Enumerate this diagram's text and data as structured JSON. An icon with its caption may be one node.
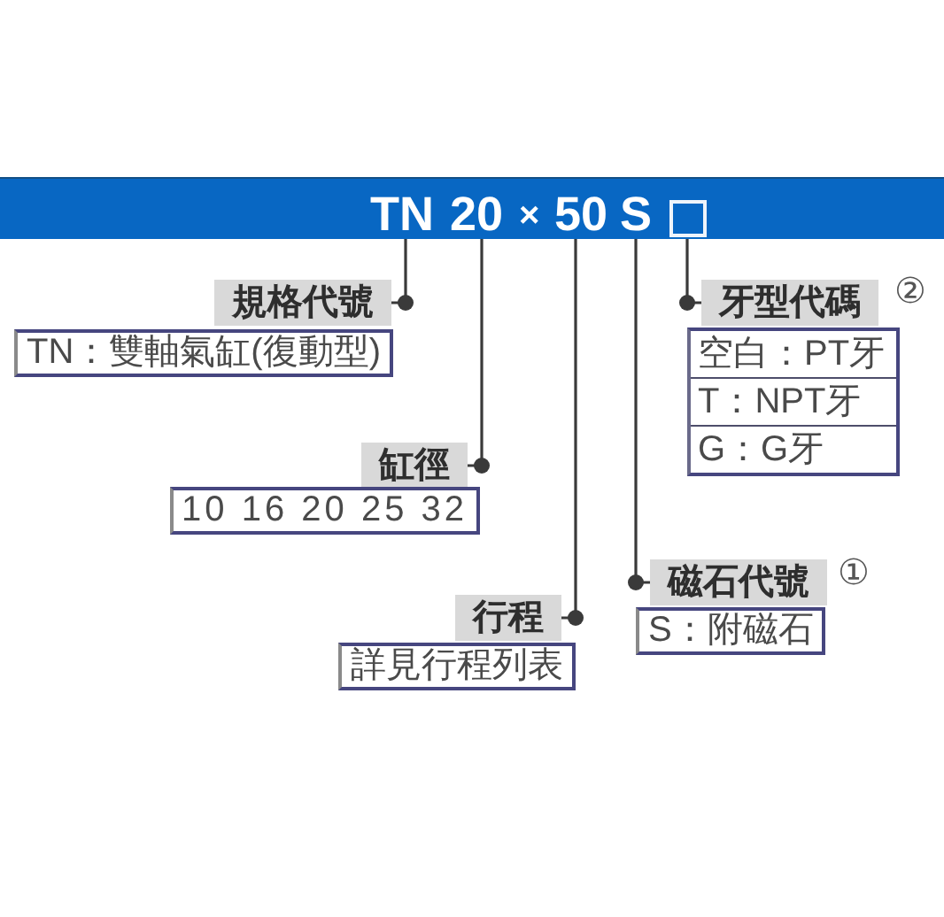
{
  "diagram": {
    "nodes": [
      {
        "text": [],
        "shape": "bar"
      },
      {
        "text": [
          "TN"
        ],
        "in": 0
      },
      {
        "text": [
          "20"
        ],
        "in": 0
      },
      {
        "text": [
          "50"
        ],
        "in": 0
      },
      {
        "text": [
          "S"
        ],
        "in": 0
      },
      {
        "text": [],
        "shape": "box",
        "in": 0
      },
      {
        "text": [
          "規格代號"
        ]
      },
      {
        "text": [
          "牙型代碼"
        ],
        "beside": [
          "②"
        ]
      },
      {
        "text": [
          "TN：雙軸氣缸(復動型)"
        ]
      },
      {
        "text": [
          "空白：PT牙",
          "T：NPT牙",
          "G：G牙"
        ]
      },
      {
        "text": [
          "缸徑"
        ]
      },
      {
        "text": [
          "10 16 20 25 32"
        ]
      },
      {
        "text": [
          "磁石代號"
        ],
        "beside": [
          "①"
        ]
      },
      {
        "text": [
          "行程"
        ]
      },
      {
        "text": [
          "S：附磁石"
        ]
      },
      {
        "text": [
          "詳見行程列表"
        ]
      }
    ],
    "edges": [
      {
        "from": 6,
        "to": 1,
        "arrow": "other"
      },
      {
        "from": 10,
        "to": 2,
        "arrow": "other"
      },
      {
        "from": 13,
        "to": 3,
        "arrow": "other"
      },
      {
        "from": 12,
        "to": 4,
        "arrow": "other"
      },
      {
        "from": 7,
        "to": 5,
        "arrow": "other"
      }
    ],
    "labels": [
      "×"
    ]
  }
}
